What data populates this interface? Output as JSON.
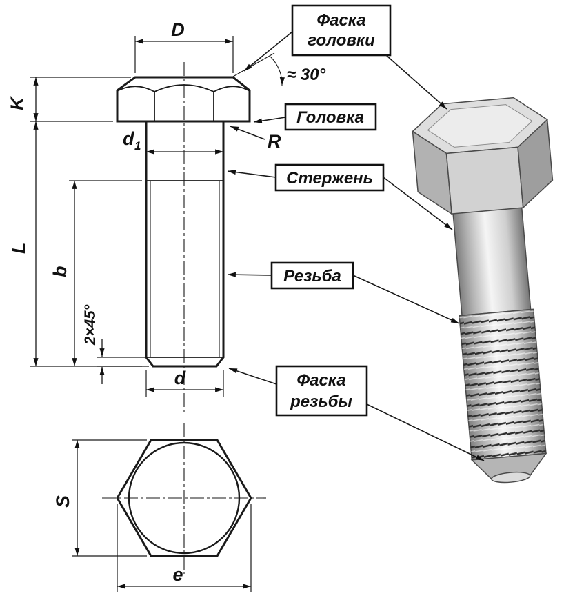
{
  "callouts": {
    "head_chamfer_line1": "Фаска",
    "head_chamfer_line2": "головки",
    "angle_value": "≈ 30°",
    "head": "Головка",
    "shank": "Стержень",
    "thread": "Резьба",
    "thread_chamfer_line1": "Фаска",
    "thread_chamfer_line2": "резьбы"
  },
  "dimensions": {
    "head_diameter": "D",
    "head_height": "K",
    "shank_diameter": "d",
    "shank_diameter_sub": "1",
    "length": "L",
    "thread_length": "b",
    "tip_chamfer": "2×45°",
    "thread_diameter": "d",
    "across_flats": "S",
    "across_corners": "e",
    "fillet_radius": "R"
  },
  "colors": {
    "line": "#1a1a1a",
    "background": "#ffffff",
    "metal_light": "#f5f5f5",
    "metal_mid": "#c9c9c9",
    "metal_dark": "#7f7f7f"
  }
}
